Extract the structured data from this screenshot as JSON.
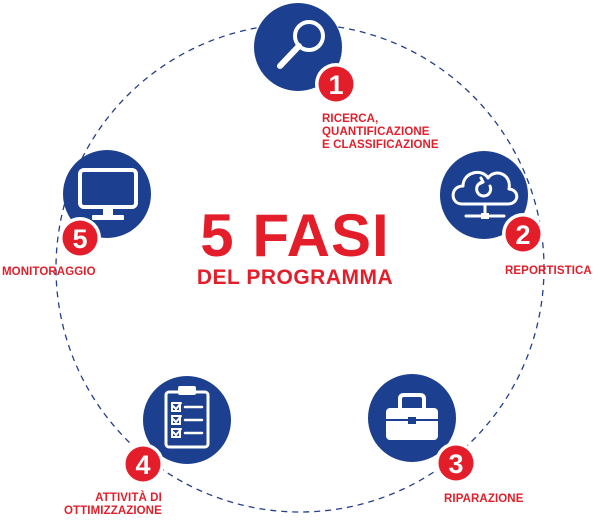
{
  "title": {
    "main": "5 FASI",
    "sub": "DEL PROGRAMMA"
  },
  "colors": {
    "accent_red": "#e31e2a",
    "icon_blue": "#1d3f8f",
    "ring_blue": "#233f8a"
  },
  "steps": [
    {
      "number": "1",
      "icon": "magnifier-icon",
      "label_lines": [
        "RICERCA,",
        "QUANTIFICAZIONE",
        "E CLASSIFICAZIONE"
      ]
    },
    {
      "number": "2",
      "icon": "cloud-network-icon",
      "label_lines": [
        "REPORTISTICA"
      ]
    },
    {
      "number": "3",
      "icon": "toolbox-icon",
      "label_lines": [
        "RIPARAZIONE"
      ]
    },
    {
      "number": "4",
      "icon": "clipboard-checklist-icon",
      "label_lines": [
        "ATTIVITÀ DI",
        "OTTIMIZZAZIONE"
      ]
    },
    {
      "number": "5",
      "icon": "monitor-icon",
      "label_lines": [
        "MONITORAGGIO"
      ]
    }
  ]
}
